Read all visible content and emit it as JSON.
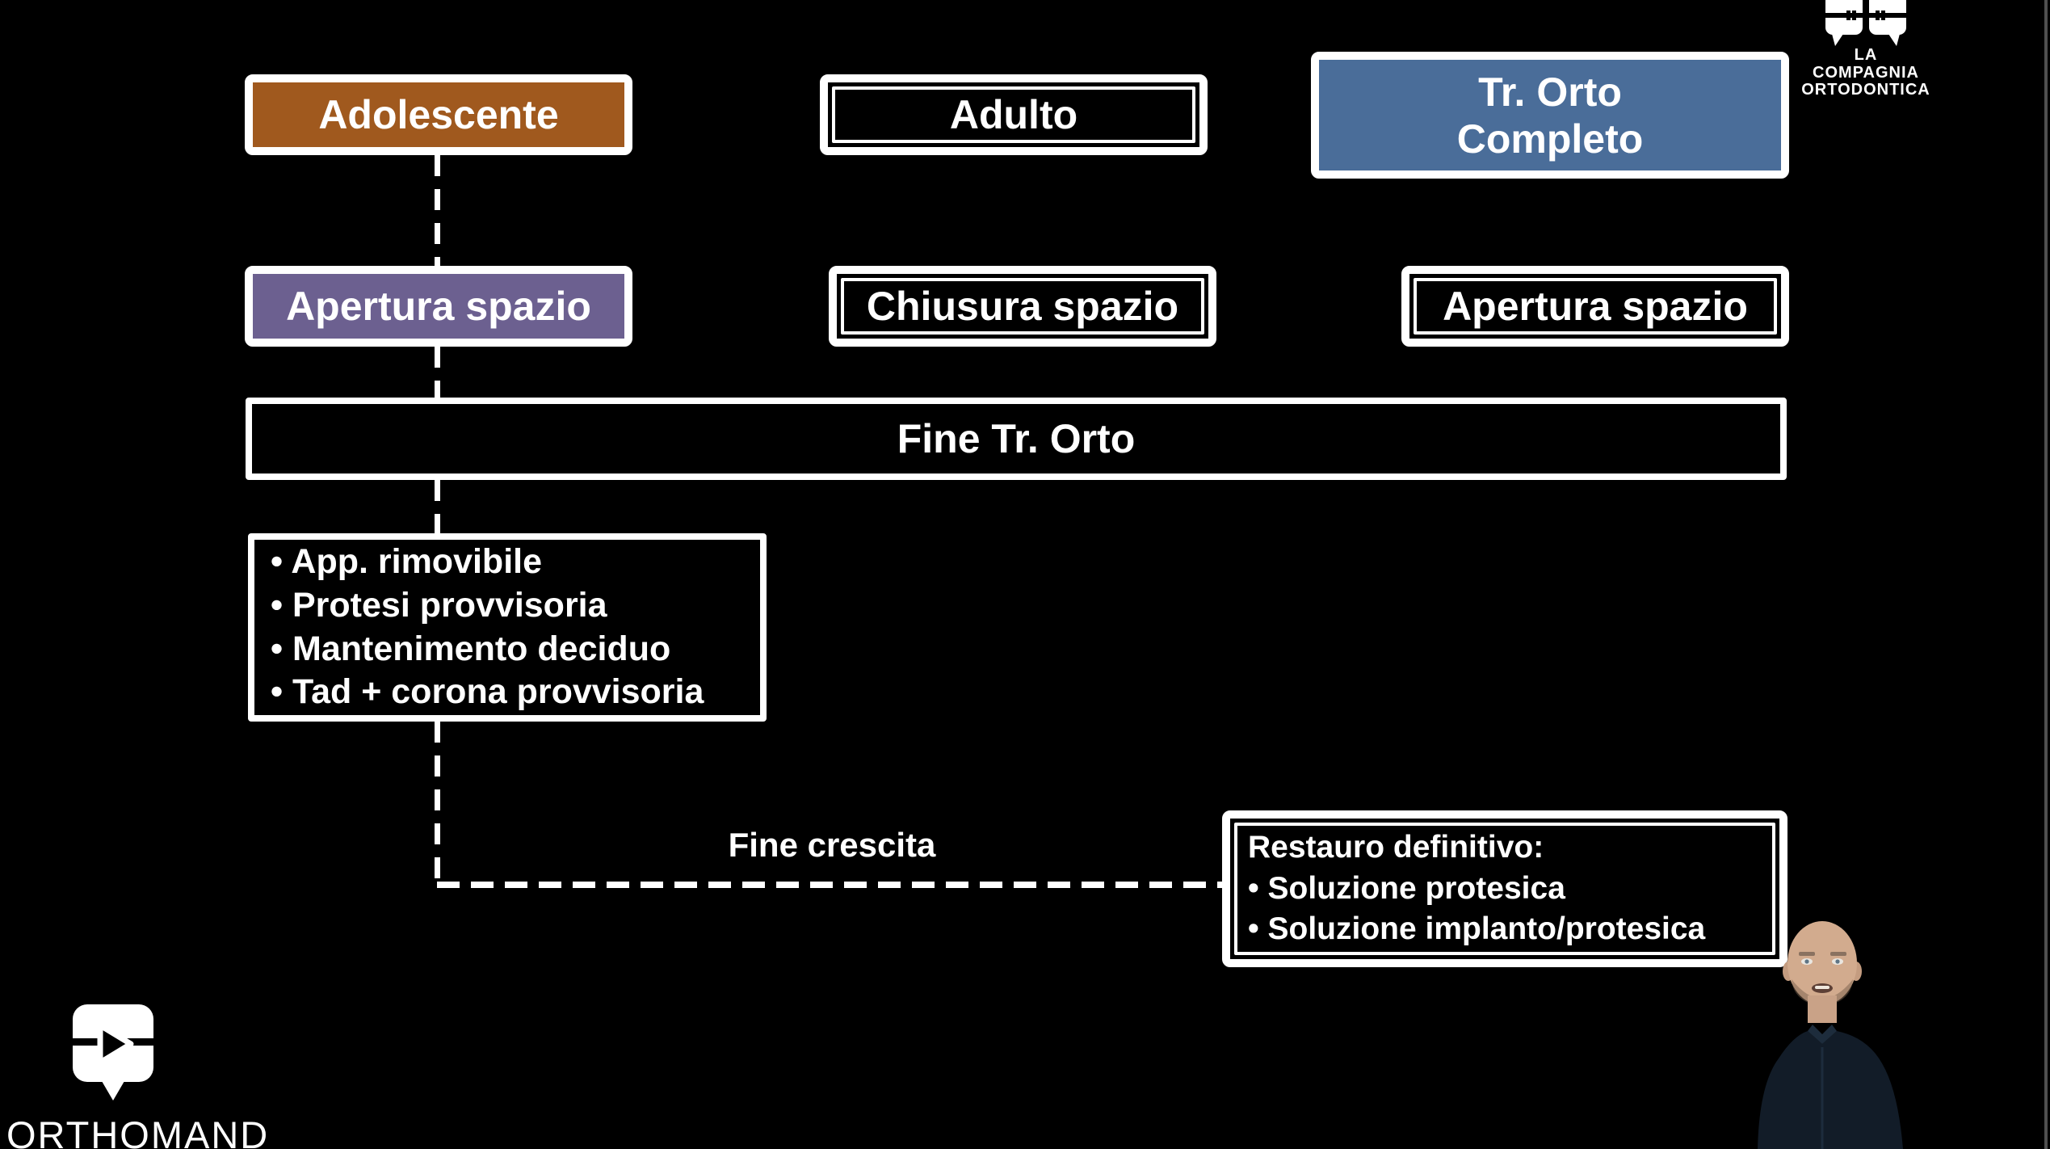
{
  "flowchart": {
    "row1": [
      {
        "label": "Adolescente",
        "fill": "#a0591e"
      },
      {
        "label": "Adulto",
        "fill": "#000000"
      },
      {
        "label_line1": "Tr. Orto",
        "label_line2": "Completo",
        "fill": "#4a6d99"
      }
    ],
    "row2": [
      {
        "label": "Apertura spazio",
        "fill": "#6c6090"
      },
      {
        "label": "Chiusura spazio",
        "fill": "#000000"
      },
      {
        "label": "Apertura spazio",
        "fill": "#000000"
      }
    ],
    "bar": {
      "label": "Fine Tr. Orto"
    },
    "options_box": {
      "items": [
        "• App. rimovibile",
        "• Protesi provvisoria",
        "• Mantenimento deciduo",
        "• Tad + corona provvisoria"
      ]
    },
    "growth_label": "Fine crescita",
    "restoration_box": {
      "title": "Restauro definitivo:",
      "items": [
        "• Soluzione protesica",
        "• Soluzione implanto/protesica"
      ]
    },
    "line_color": "#ffffff"
  },
  "branding": {
    "top_right": {
      "line1": "LA COMPAGNIA",
      "line2": "ORTODONTICA"
    },
    "bottom_left": {
      "wordmark": "ORTHOMAND"
    }
  }
}
